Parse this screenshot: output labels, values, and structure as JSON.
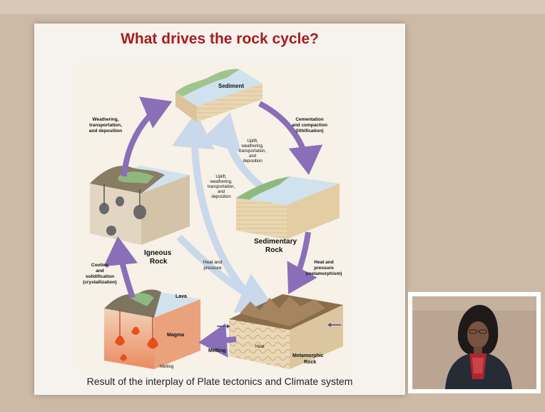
{
  "slide": {
    "title": "What drives the rock cycle?",
    "caption": "Result of the interplay of Plate tectonics and Climate system"
  },
  "diagram": {
    "nodes": {
      "sediment": "Sediment",
      "sedimentary_rock": [
        "Sedimentary",
        "Rock"
      ],
      "igneous_rock": [
        "Igneous",
        "Rock"
      ],
      "metamorphic_rock": [
        "Metamorphic",
        "Rock"
      ],
      "lava": "Lava",
      "magma": "Magma",
      "melting_inner": "Melting",
      "heat_inner": "Heat"
    },
    "processes": {
      "weathering": [
        "Weathering,",
        "transportation,",
        "and deposition"
      ],
      "cementation": [
        "Cementation",
        "and compaction",
        "(lithification)"
      ],
      "uplift_1": [
        "Uplift,",
        "weathering,",
        "transportation,",
        "and",
        "deposition"
      ],
      "uplift_2": [
        "Uplift,",
        "weathering,",
        "transportation,",
        "and",
        "deposition"
      ],
      "heat_pressure_meta": [
        "Heat and",
        "pressure",
        "(metamorphism)"
      ],
      "heat_pressure": [
        "Heat and",
        "pressure"
      ],
      "cooling": [
        "Cooling",
        "and",
        "solidification",
        "(crystallization)"
      ],
      "melting": "Melting"
    }
  },
  "colors": {
    "title": "#a51d1d",
    "main_arrow": "#8a6fb8",
    "light_arrow": "#c9d8ea",
    "water": "#cfe2ee",
    "block_sand": "#e8d2a8"
  }
}
